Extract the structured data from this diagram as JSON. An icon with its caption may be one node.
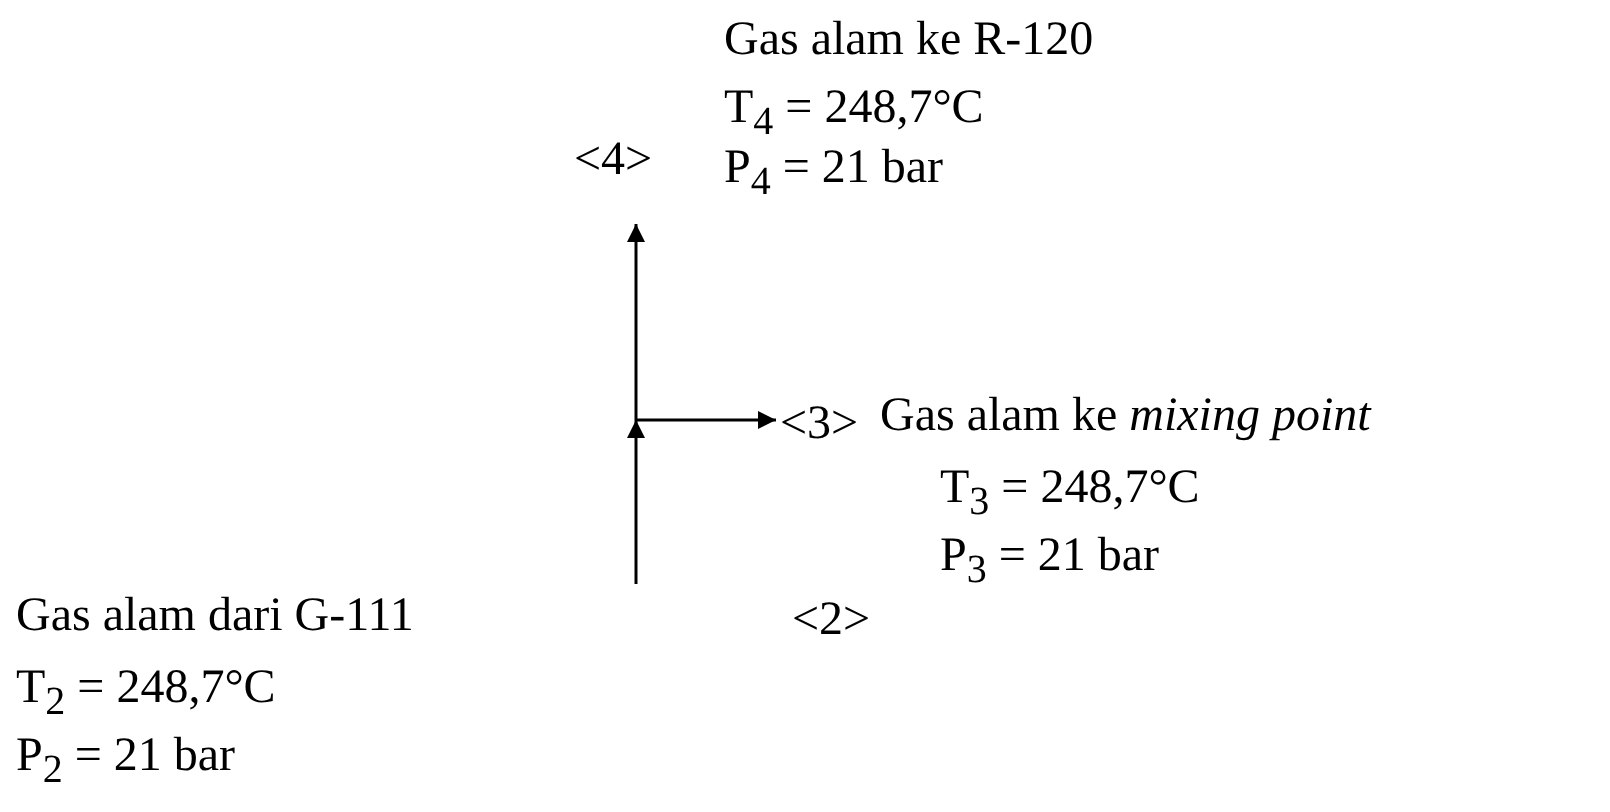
{
  "diagram": {
    "nodes": [
      {
        "text": [
          "Gas alam ke R-120",
          "T$_{4}$ = 248,7°C",
          "P$_{4}$ = 21 bar"
        ],
        "beside": [
          "<4>"
        ]
      },
      {
        "text": [
          "Gas alam ke *mixing point*",
          "T$_{3}$ = 248,7°C",
          "P$_{3}$ = 21 bar"
        ],
        "beside": [
          "<3>"
        ]
      },
      {
        "text": [
          "Gas alam dari G-111",
          "T$_{2}$ = 248,7°C",
          "P$_{2}$ = 21 bar"
        ],
        "beside": [
          "<2>"
        ]
      }
    ],
    "edges": [
      {
        "from": 2,
        "to": 0,
        "arrow": "to"
      },
      {
        "from": 2,
        "to": 1,
        "arrow": "to"
      }
    ]
  }
}
